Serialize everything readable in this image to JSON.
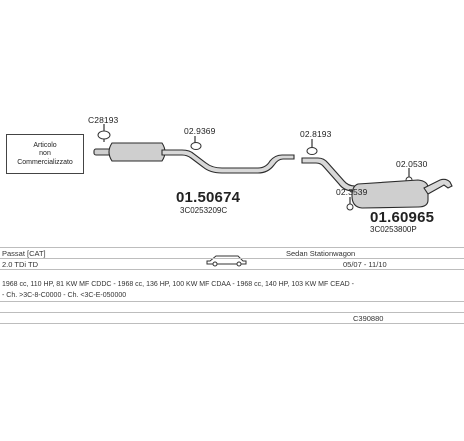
{
  "sticker": {
    "line1": "Articolo",
    "line2": "non",
    "line3": "Commercializzato"
  },
  "parts": [
    {
      "id": "clamp-left",
      "code": "C28193"
    },
    {
      "id": "clamp-mid",
      "code": "02.9369"
    },
    {
      "id": "clamp-right-top",
      "code": "02.8193"
    },
    {
      "id": "hanger-right",
      "code": "02.0530"
    },
    {
      "id": "hanger-bottom",
      "code": "02.3539"
    }
  ],
  "assemblies": [
    {
      "id": "front-silencer",
      "number": "01.50674",
      "oem": "3C0253209C"
    },
    {
      "id": "rear-silencer",
      "number": "01.60965",
      "oem": "3C0253800P"
    }
  ],
  "table": {
    "row1": {
      "model": "Passat  [CAT]",
      "body": "Sedan Stationwagon"
    },
    "row2": {
      "engine": "2.0 TDi TD",
      "dates": "05/07 - 11/10"
    },
    "row3": {
      "specs": "1968 cc, 110 HP, 81 KW MF CDDC - 1968 cc, 136 HP, 100 KW MF CDAA - 1968 cc, 140 HP, 103 KW MF CEAD -"
    },
    "row4": {
      "chassis": "- Ch. >3C-8-C0000 - Ch. <3C-E-050000"
    },
    "row5": {
      "ref": "C390880"
    }
  }
}
